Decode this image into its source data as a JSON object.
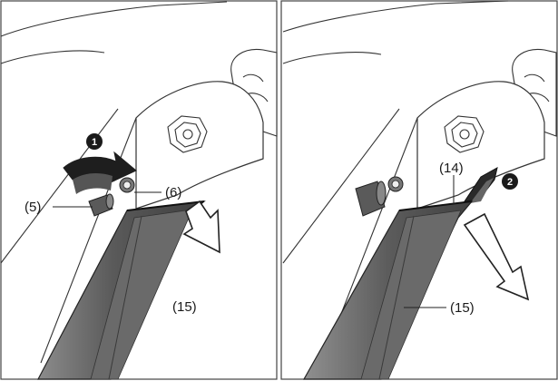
{
  "panels": [
    {
      "id": "left",
      "step_badge": "1",
      "labels": {
        "part_5": "(5)",
        "part_6": "(6)",
        "part_15": "(15)"
      }
    },
    {
      "id": "right",
      "step_badge": "2",
      "labels": {
        "part_14": "(14)",
        "part_15": "(15)"
      }
    }
  ],
  "colors": {
    "line": "#333333",
    "tube_dark": "#4a4a4a",
    "tube_mid": "#777777",
    "tube_light": "#9a9a9a",
    "badge": "#1a1a1a",
    "border": "#444444"
  },
  "icons": [
    "curved-arrow-icon",
    "open-arrow-icon",
    "step-badge-icon",
    "plug-cap-icon",
    "clip-icon"
  ]
}
